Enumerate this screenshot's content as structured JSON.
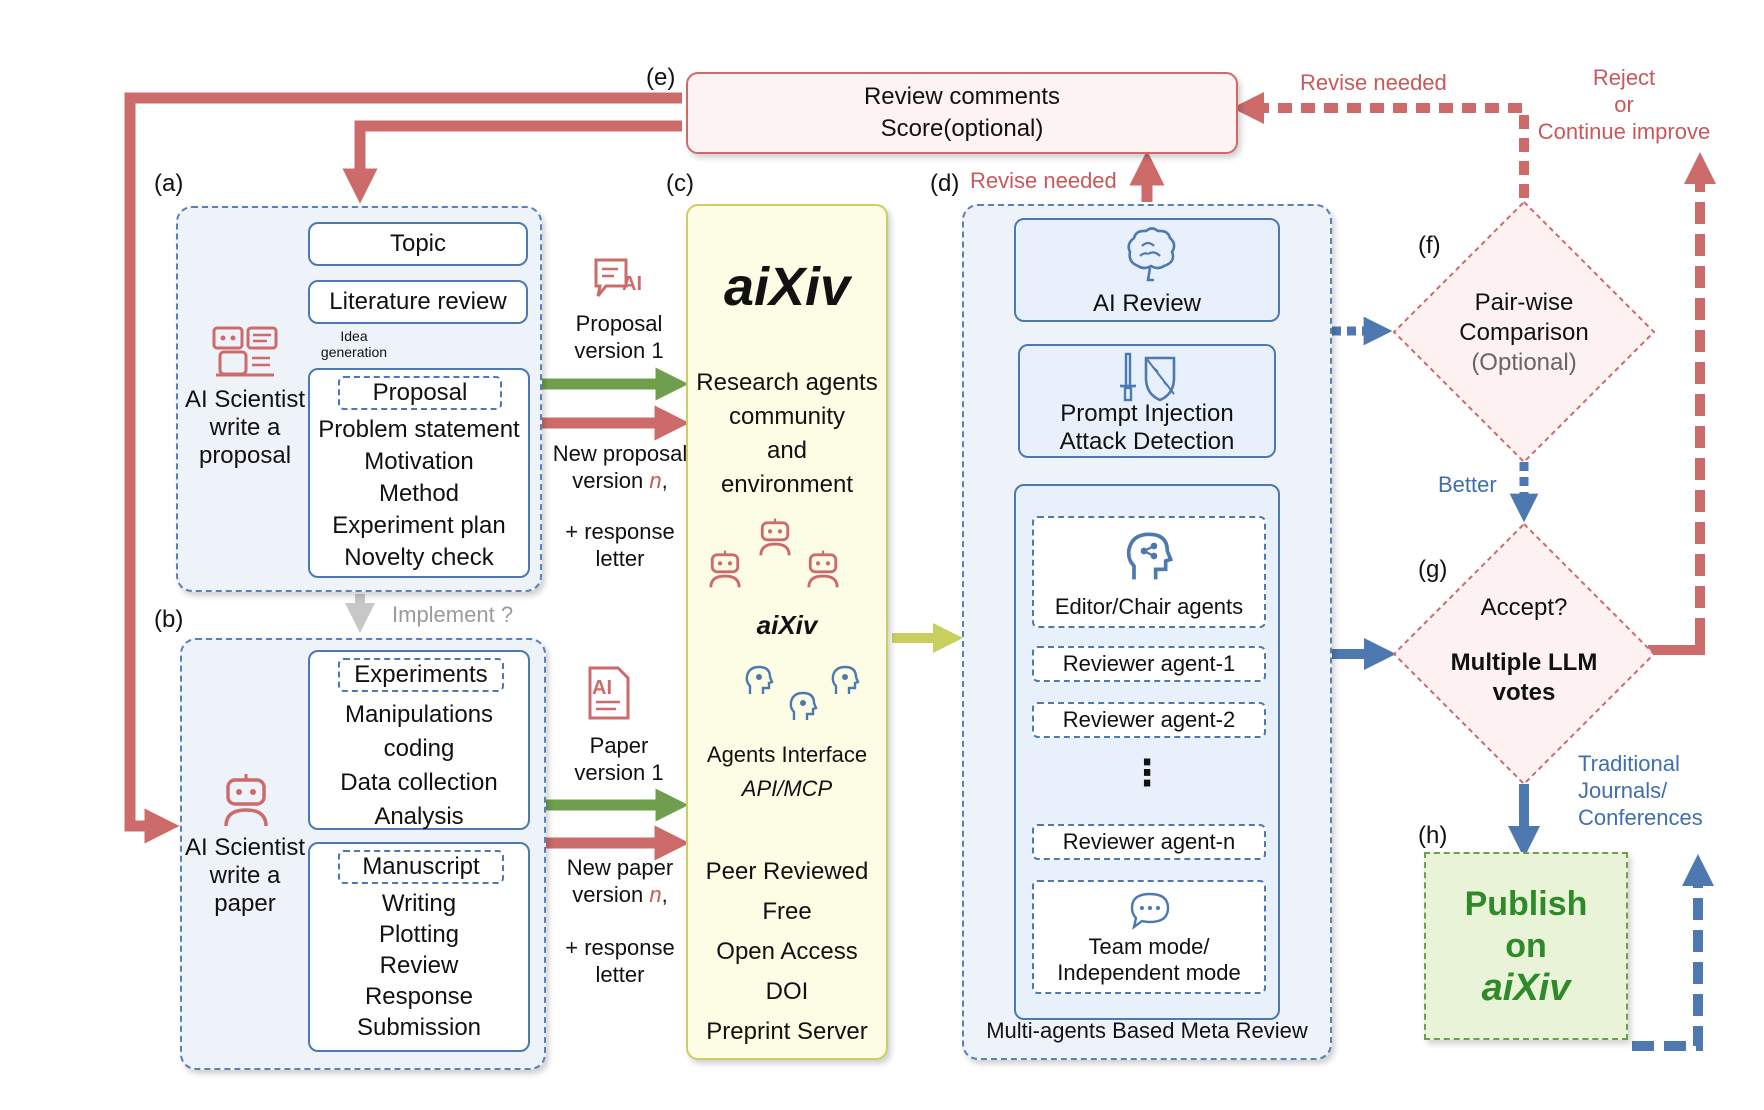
{
  "labels": {
    "a": "(a)",
    "b": "(b)",
    "c": "(c)",
    "d": "(d)",
    "e": "(e)",
    "f": "(f)",
    "g": "(g)",
    "h": "(h)"
  },
  "review_box": {
    "line1": "Review comments",
    "line2": "Score(optional)"
  },
  "panel_a": {
    "actor": [
      "AI Scientist",
      "write a",
      "proposal"
    ],
    "topic": "Topic",
    "literature": "Literature review",
    "idea": [
      "Idea",
      "generation"
    ],
    "proposal_title": "Proposal",
    "proposal_items": [
      "Problem statement",
      "Motivation",
      "Method",
      "Experiment plan",
      "Novelty check"
    ]
  },
  "implement": "Implement ?",
  "panel_b": {
    "actor": [
      "AI Scientist",
      "write a",
      "paper"
    ],
    "exp_title": "Experiments",
    "exp_items": [
      "Manipulations",
      "coding",
      "Data collection",
      "Analysis"
    ],
    "man_title": "Manuscript",
    "man_items": [
      "Writing",
      "Plotting",
      "Review",
      "Response",
      "Submission"
    ]
  },
  "flow_labels": {
    "proposal_v1": [
      "Proposal",
      "version 1"
    ],
    "new_proposal": [
      "New proposal",
      "version ",
      "n",
      ","
    ],
    "response1": [
      "+ response",
      "letter"
    ],
    "paper_v1": [
      "Paper",
      "version 1"
    ],
    "new_paper": [
      "New paper",
      "version ",
      "n",
      ","
    ],
    "response2": [
      "+ response",
      "letter"
    ]
  },
  "panel_c": {
    "logo": "aiXiv",
    "desc": [
      "Research agents",
      "community",
      "and",
      "environment"
    ],
    "hub": "aiXiv",
    "interface": "Agents Interface",
    "api": "API/MCP",
    "features": [
      "Peer Reviewed",
      "Free",
      "Open Access",
      "DOI",
      "Preprint Server"
    ]
  },
  "panel_d": {
    "revise": "Revise needed",
    "ai_review": "AI Review",
    "prompt_injection": [
      "Prompt Injection",
      "Attack Detection"
    ],
    "editor": "Editor/Chair agents",
    "reviewers": [
      "Reviewer agent-1",
      "Reviewer agent-2",
      "Reviewer agent-n"
    ],
    "dots": "⋮",
    "team": [
      "Team mode/",
      "Independent mode"
    ],
    "footer": "Multi-agents Based Meta Review"
  },
  "top_right": {
    "revise": "Revise needed",
    "reject": [
      "Reject",
      "or",
      "Continue improve"
    ]
  },
  "panel_f": {
    "lines": [
      "Pair-wise",
      "Comparison"
    ],
    "optional": "(Optional)"
  },
  "better": "Better",
  "panel_g": {
    "accept": "Accept?",
    "votes": [
      "Multiple LLM",
      "votes"
    ]
  },
  "traditional": [
    "Traditional",
    "Journals/",
    "Conferences"
  ],
  "panel_h": {
    "lines": [
      "Publish",
      "on"
    ],
    "logo": "aiXiv"
  },
  "colors": {
    "red": "#cd6b6b",
    "green": "#6f9f4c",
    "blue": "#4d78b0",
    "yellow_arrow": "#c9cf5e",
    "gray": "#c7c7c7"
  }
}
